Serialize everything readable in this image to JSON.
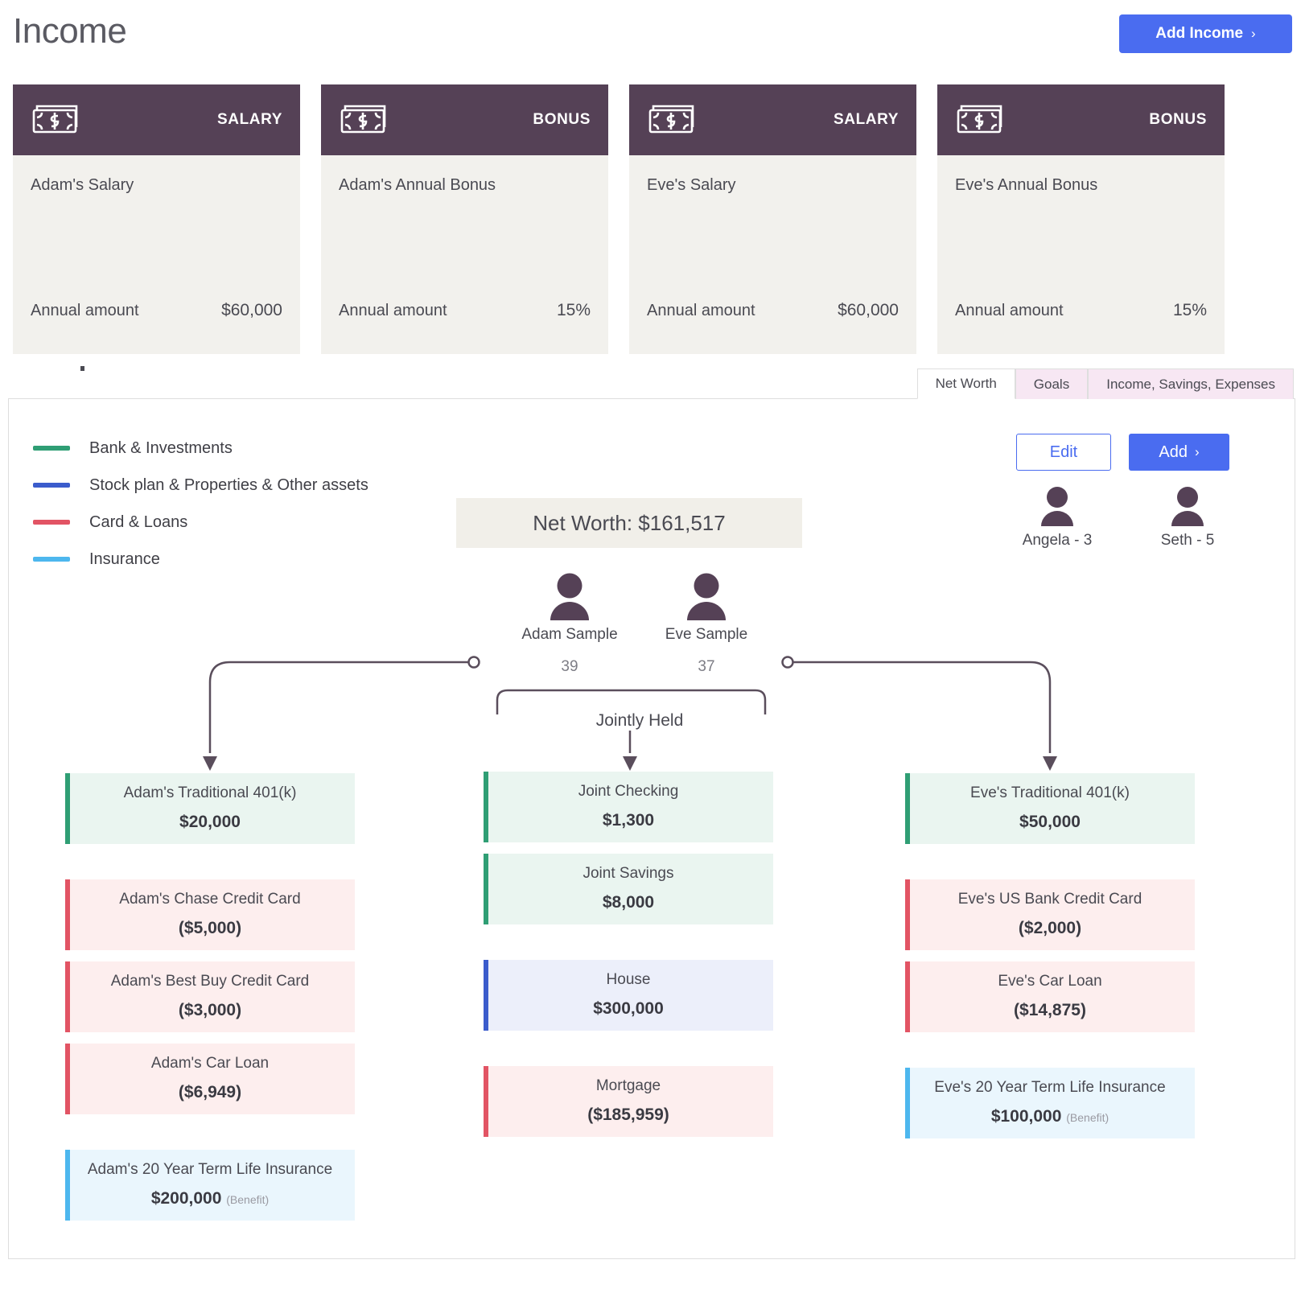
{
  "header": {
    "title": "Income",
    "add_income_label": "Add Income",
    "chevron": "›"
  },
  "income_cards": [
    {
      "kind": "SALARY",
      "name": "Adam's Salary",
      "amount_label": "Annual amount",
      "amount": "$60,000",
      "icon": "money-bill-icon"
    },
    {
      "kind": "BONUS",
      "name": "Adam's Annual Bonus",
      "amount_label": "Annual amount",
      "amount": "15%",
      "icon": "money-bill-icon"
    },
    {
      "kind": "SALARY",
      "name": "Eve's Salary",
      "amount_label": "Annual amount",
      "amount": "$60,000",
      "icon": "money-bill-icon"
    },
    {
      "kind": "BONUS",
      "name": "Eve's Annual Bonus",
      "amount_label": "Annual amount",
      "amount": "15%",
      "icon": "money-bill-icon"
    }
  ],
  "tabs": [
    {
      "label": "Net Worth",
      "active": true
    },
    {
      "label": "Goals",
      "active": false
    },
    {
      "label": "Income, Savings, Expenses",
      "active": false
    }
  ],
  "legend": [
    {
      "label": "Bank & Investments",
      "color": "#2f9e74"
    },
    {
      "label": "Stock plan & Properties & Other assets",
      "color": "#3b5ccc"
    },
    {
      "label": "Card & Loans",
      "color": "#e25464"
    },
    {
      "label": "Insurance",
      "color": "#4db7ee"
    }
  ],
  "networth": {
    "text": "Net Worth: $161,517"
  },
  "actions": {
    "edit_label": "Edit",
    "add_label": "Add",
    "chevron": "›"
  },
  "children": [
    {
      "name": "Angela - 3"
    },
    {
      "name": "Seth - 5"
    }
  ],
  "adults": [
    {
      "name": "Adam Sample",
      "age": "39"
    },
    {
      "name": "Eve Sample",
      "age": "37"
    }
  ],
  "joint_label": "Jointly Held",
  "columns": {
    "left": [
      {
        "name": "Adam's Traditional 401(k)",
        "value": "$20,000",
        "sub": "",
        "type": "asset",
        "gap": "lg"
      },
      {
        "name": "Adam's Chase Credit Card",
        "value": "($5,000)",
        "sub": "",
        "type": "liab",
        "gap": ""
      },
      {
        "name": "Adam's Best Buy Credit Card",
        "value": "($3,000)",
        "sub": "",
        "type": "liab",
        "gap": ""
      },
      {
        "name": "Adam's Car Loan",
        "value": "($6,949)",
        "sub": "",
        "type": "liab",
        "gap": "lg"
      },
      {
        "name": "Adam's 20 Year Term Life Insurance",
        "value": "$200,000",
        "sub": "(Benefit)",
        "type": "ins",
        "gap": ""
      }
    ],
    "middle": [
      {
        "name": "Joint Checking",
        "value": "$1,300",
        "sub": "",
        "type": "asset",
        "gap": ""
      },
      {
        "name": "Joint Savings",
        "value": "$8,000",
        "sub": "",
        "type": "asset",
        "gap": "lg"
      },
      {
        "name": "House",
        "value": "$300,000",
        "sub": "",
        "type": "prop",
        "gap": "lg"
      },
      {
        "name": "Mortgage",
        "value": "($185,959)",
        "sub": "",
        "type": "liab",
        "gap": ""
      }
    ],
    "right": [
      {
        "name": "Eve's Traditional 401(k)",
        "value": "$50,000",
        "sub": "",
        "type": "asset",
        "gap": "lg"
      },
      {
        "name": "Eve's US Bank Credit Card",
        "value": "($2,000)",
        "sub": "",
        "type": "liab",
        "gap": ""
      },
      {
        "name": "Eve's Car Loan",
        "value": "($14,875)",
        "sub": "",
        "type": "liab",
        "gap": "lg"
      },
      {
        "name": "Eve's 20 Year Term Life Insurance",
        "value": "$100,000",
        "sub": "(Benefit)",
        "type": "ins",
        "gap": ""
      }
    ]
  },
  "colors": {
    "brand_blue": "#4a6cf0",
    "card_header_purple": "#554156",
    "income_card_bg": "#f2f1ed",
    "networth_bg": "#f1efe9",
    "tab_inactive_bg": "#f7e7f3"
  }
}
